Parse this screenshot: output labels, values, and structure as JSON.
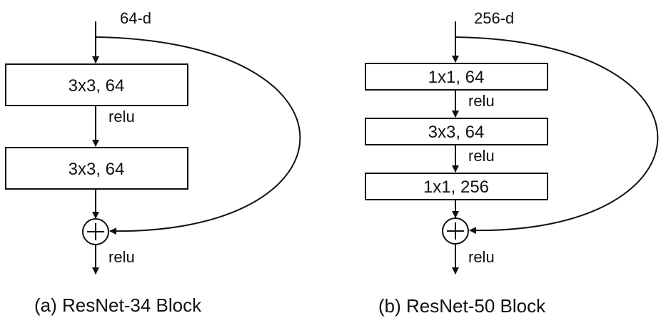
{
  "panel_a": {
    "input_label": "64-d",
    "layers": [
      "3x3, 64",
      "3x3, 64"
    ],
    "relu_labels": [
      "relu",
      "relu"
    ],
    "caption": "(a) ResNet-34 Block"
  },
  "panel_b": {
    "input_label": "256-d",
    "layers": [
      "1x1, 64",
      "3x3, 64",
      "1x1, 256"
    ],
    "relu_labels": [
      "relu",
      "relu",
      "relu"
    ],
    "caption": "(b) ResNet-50 Block"
  }
}
